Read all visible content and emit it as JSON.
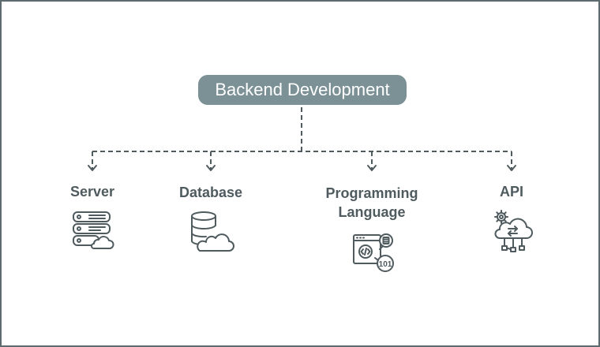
{
  "root": {
    "label": "Backend Development"
  },
  "children": [
    {
      "label": "Server",
      "icon": "server-cloud-icon"
    },
    {
      "label": "Database",
      "icon": "database-cloud-icon"
    },
    {
      "label_line1": "Programming",
      "label_line2": "Language",
      "icon": "code-window-icon"
    },
    {
      "label": "API",
      "icon": "api-cloud-gear-icon"
    }
  ],
  "colors": {
    "root_fill": "#7c9196",
    "root_text": "#ffffff",
    "line": "#4f5b5f",
    "label_text": "#4f5b5f",
    "icon_stroke": "#4f5b5f",
    "frame_border": "#5d6b70"
  }
}
